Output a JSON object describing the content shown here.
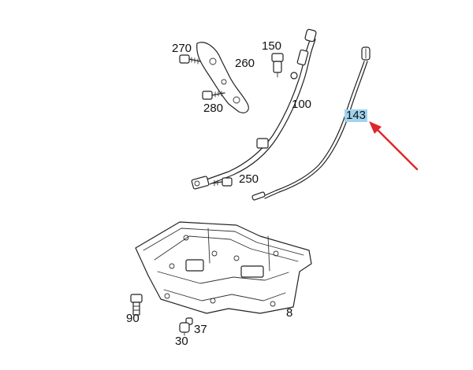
{
  "callouts": {
    "c270": "270",
    "c260": "260",
    "c280": "280",
    "c150": "150",
    "c100": "100",
    "c143": "143",
    "c250": "250",
    "c90": "90",
    "c37": "37",
    "c30": "30",
    "c8": "8"
  },
  "colors": {
    "highlight": "#9fd3ee",
    "arrow": "#e0262b",
    "line": "#222222"
  }
}
